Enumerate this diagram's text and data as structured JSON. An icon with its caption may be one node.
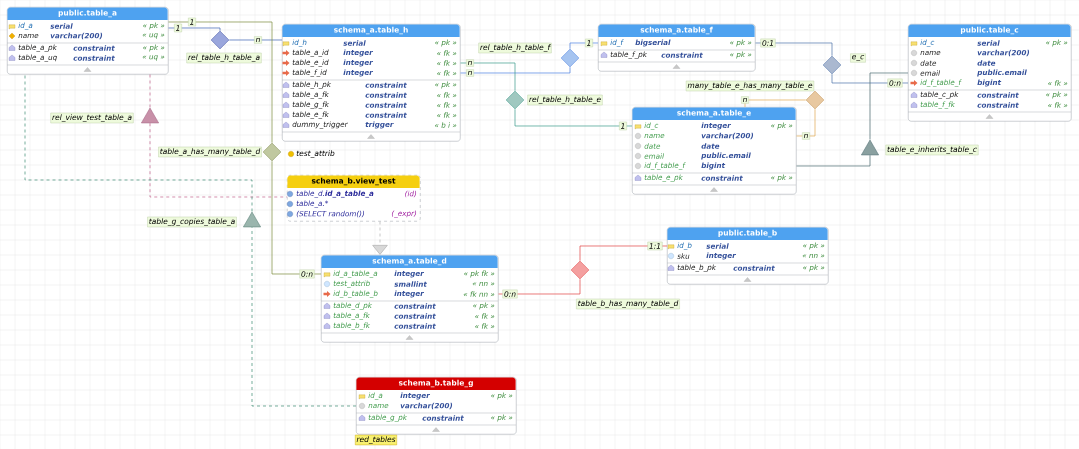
{
  "diagram": {
    "nodes": [
      {
        "text": [
          "public.table_a",
          "id_a",
          "serial",
          "« pk »",
          "name",
          "varchar(200)",
          "« uq »",
          "table_a_pk",
          "constraint",
          "« pk »",
          "table_a_uq",
          "constraint",
          "« uq »"
        ]
      },
      {
        "text": [
          "schema_a.table_h",
          "id_h",
          "serial",
          "« pk »",
          "table_a_id",
          "integer",
          "« fk »",
          "table_e_id",
          "integer",
          "« fk »",
          "table_f_id",
          "integer",
          "« fk »",
          "table_h_pk",
          "constraint",
          "« pk »",
          "table_a_fk",
          "constraint",
          "« fk »",
          "table_g_fk",
          "constraint",
          "« fk »",
          "table_e_fk",
          "constraint",
          "« fk »",
          "dummy_trigger",
          "trigger",
          "« b i »"
        ]
      },
      {
        "text": [
          "schema_a.table_f",
          "id_f",
          "bigserial",
          "« pk »",
          "table_f_pk",
          "constraint",
          "« pk »"
        ]
      },
      {
        "text": [
          "public.table_c",
          "id_c",
          "serial",
          "« pk »",
          "name",
          "varchar(200)",
          "date",
          "date",
          "email",
          "public.email",
          "id_f_table_f",
          "bigint",
          "« fk »",
          "table_c_pk",
          "constraint",
          "« pk »",
          "table_f_fk",
          "constraint",
          "« fk »"
        ]
      },
      {
        "text": [
          "schema_a.table_e",
          "id_c",
          "integer",
          "« pk »",
          "name",
          "varchar(200)",
          "date",
          "date",
          "email",
          "public.email",
          "id_f_table_f",
          "bigint",
          "table_e_pk",
          "constraint",
          "« pk »"
        ]
      },
      {
        "text": [
          "schema_b.view_test",
          "table_d.**id_a_table_a**",
          "(id)",
          "table_a.*",
          "(SELECT random())",
          "(_expr)"
        ]
      },
      {
        "text": [
          "schema_a.table_d",
          "id_a_table_a",
          "integer",
          "« pk fk »",
          "test_attrib",
          "smallint",
          "« nn »",
          "id_b_table_b",
          "integer",
          "« fk nn »",
          "table_d_pk",
          "constraint",
          "« pk »",
          "table_a_fk",
          "constraint",
          "« fk »",
          "table_b_fk",
          "constraint",
          "« fk »"
        ]
      },
      {
        "text": [
          "public.table_b",
          "id_b",
          "serial",
          "« pk »",
          "sku",
          "integer",
          "« nn »",
          "table_b_pk",
          "constraint",
          "« pk »"
        ]
      },
      {
        "text": [
          "schema_b.table_g",
          "id_a",
          "integer",
          "« pk »",
          "name",
          "varchar(200)",
          "table_g_pk",
          "constraint",
          "« pk »"
        ],
        "beside": [
          "red_tables"
        ]
      },
      {
        "text": [],
        "shape": "diamond",
        "beside": [
          "rel_table_h_table_a"
        ]
      },
      {
        "text": [],
        "shape": "triangle",
        "beside": [
          "rel_view_test_table_a"
        ]
      },
      {
        "text": [],
        "shape": "diamond",
        "beside": [
          "table_a_has_many_table_d"
        ]
      },
      {
        "text": [],
        "shape": "triangle",
        "beside": [
          "table_g_copies_table_a"
        ]
      },
      {
        "text": [],
        "shape": "diamond",
        "beside": [
          "rel_table_h_table_f"
        ]
      },
      {
        "text": [],
        "shape": "diamond",
        "beside": [
          "rel_table_h_table_e"
        ]
      },
      {
        "text": [],
        "shape": "diamond",
        "beside": [
          "many_table_e_has_many_table_e"
        ]
      },
      {
        "text": [],
        "shape": "diamond",
        "beside": [
          "e_c"
        ]
      },
      {
        "text": [],
        "shape": "triangle",
        "beside": [
          "table_e_inherits_table_c"
        ]
      },
      {
        "text": [],
        "shape": "diamond",
        "beside": [
          "table_b_has_many_table_d"
        ]
      }
    ],
    "edges": [
      {
        "from": 0,
        "to": 9,
        "arrow": "none",
        "label": "1",
        "color": "#3a5fb0"
      },
      {
        "from": 9,
        "to": 1,
        "arrow": "none",
        "label": "n",
        "color": "#3a5fb0"
      },
      {
        "from": 0,
        "to": 10,
        "arrow": "none",
        "style": "dashed",
        "color": "#c0608a"
      },
      {
        "from": 10,
        "to": 5,
        "arrow": "none",
        "style": "dashed",
        "color": "#c0608a"
      },
      {
        "from": 0,
        "to": 11,
        "arrow": "none",
        "label": "1",
        "color": "#7a8a3a"
      },
      {
        "from": 11,
        "to": 6,
        "arrow": "none",
        "label": "0:n",
        "color": "#7a8a3a"
      },
      {
        "from": 8,
        "to": 12,
        "arrow": "none",
        "style": "dashed",
        "color": "#3a8a70"
      },
      {
        "from": 12,
        "to": 0,
        "arrow": "none",
        "style": "dashed",
        "color": "#3a8a70"
      },
      {
        "from": 1,
        "to": 13,
        "arrow": "none",
        "label": "n",
        "color": "#4a80e0"
      },
      {
        "from": 13,
        "to": 2,
        "arrow": "none",
        "label": "1",
        "color": "#4a80e0"
      },
      {
        "from": 1,
        "to": 14,
        "arrow": "none",
        "label": "n",
        "color": "#3a9a8a"
      },
      {
        "from": 14,
        "to": 4,
        "arrow": "none",
        "label": "1",
        "color": "#3a9a8a"
      },
      {
        "from": 4,
        "to": 15,
        "arrow": "none",
        "label": "n",
        "color": "#e0a850"
      },
      {
        "from": 15,
        "to": 4,
        "arrow": "none",
        "label": "n",
        "color": "#e0a850"
      },
      {
        "from": 2,
        "to": 16,
        "arrow": "none",
        "label": "0:1",
        "color": "#4a70a8"
      },
      {
        "from": 16,
        "to": 3,
        "arrow": "none",
        "label": "0:n",
        "color": "#4a70a8"
      },
      {
        "from": 4,
        "to": 17,
        "arrow": "none",
        "color": "#4a6a70"
      },
      {
        "from": 17,
        "to": 3,
        "arrow": "none",
        "color": "#4a6a70"
      },
      {
        "from": 5,
        "to": 6,
        "arrow": "to",
        "style": "dashed",
        "color": "#b0b0b0"
      },
      {
        "from": 7,
        "to": 18,
        "arrow": "none",
        "label": "1:1",
        "color": "#e04040"
      },
      {
        "from": 18,
        "to": 6,
        "arrow": "none",
        "label": "0:n",
        "color": "#e04040"
      }
    ],
    "labels": [
      "test_attrib"
    ]
  }
}
